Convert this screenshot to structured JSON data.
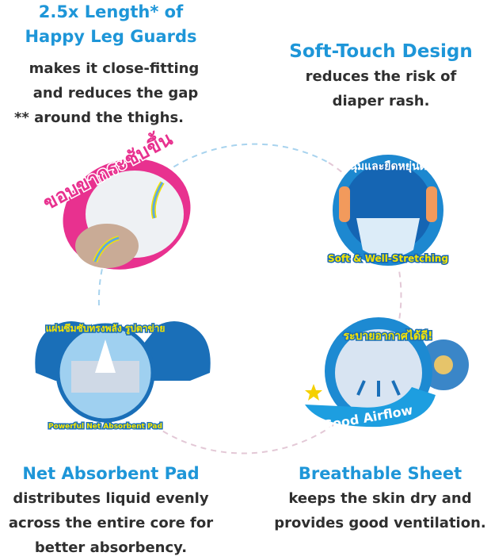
{
  "features": [
    {
      "title": [
        "2.5x Length* of",
        "Happy Leg Guards"
      ],
      "body": [
        "makes it close-fitting",
        "and reduces the gap",
        "** around the thighs."
      ],
      "badge_text": "ขอบขากระชับขึ้น"
    },
    {
      "title": [
        "Soft-Touch Design"
      ],
      "body": [
        "reduces the risk of",
        "diaper rash."
      ],
      "badge_text": "นุ่มและยืดหยุ่นดี",
      "badge_subtext": "Soft & Well-Stretching"
    },
    {
      "title": [
        "Net Absorbent Pad"
      ],
      "body": [
        "distributes liquid evenly",
        "across the entire core for",
        "better absorbency."
      ],
      "badge_text": "แผ่นซึมซับทรงพลัง รูปตาข่าย",
      "badge_subtext": "Powerful Net Absorbent Pad"
    },
    {
      "title": [
        "Breathable Sheet"
      ],
      "body": [
        "keeps the skin dry and",
        "provides good ventilation."
      ],
      "badge_text": "ระบายอากาศได้ดี!",
      "badge_subtext": "Good Airflow"
    }
  ],
  "colors": {
    "title": "#1e96d8",
    "body": "#2f2f2f",
    "pink": "#e8318f",
    "blue": "#1a6fb8",
    "yellow": "#f5e400"
  }
}
